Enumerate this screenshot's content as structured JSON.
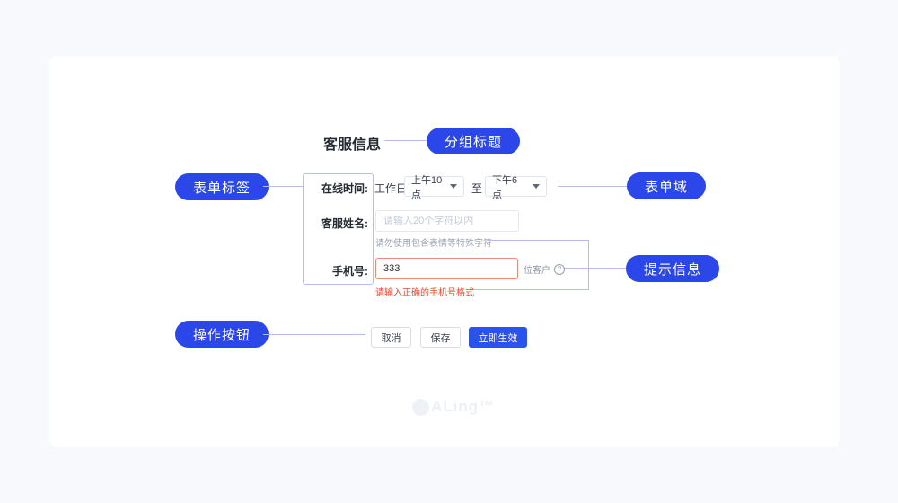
{
  "card": {
    "title": "客服信息"
  },
  "annotations": {
    "group_title": {
      "label": "分组标题"
    },
    "form_label": {
      "label": "表单标签"
    },
    "form_field": {
      "label": "表单域"
    },
    "hint_info": {
      "label": "提示信息"
    },
    "action_buttons": {
      "label": "操作按钮"
    }
  },
  "form": {
    "online_time": {
      "label": "在线时间:",
      "day_text": "工作日",
      "start_value": "上午10点",
      "separator": "至",
      "end_value": "下午6点"
    },
    "service_name": {
      "label": "客服姓名:",
      "placeholder": "请输入20个字符以内",
      "hint": "请勿使用包含表情等特殊字符"
    },
    "phone": {
      "label": "手机号:",
      "value": "333",
      "suffix": "位客户",
      "help": "?",
      "error": "请输入正确的手机号格式"
    },
    "buttons": {
      "cancel": "取消",
      "save": "保存",
      "apply": "立即生效"
    }
  },
  "watermark": "ALing™",
  "colors": {
    "annotation_pill": "#2b46e9",
    "primary_button": "#2a52ec",
    "error_text": "#e54b36",
    "error_border": "#f0897c",
    "connector_line": "#b4bdee",
    "card_background": "#ffffff",
    "page_background": "#f7f9fc"
  }
}
